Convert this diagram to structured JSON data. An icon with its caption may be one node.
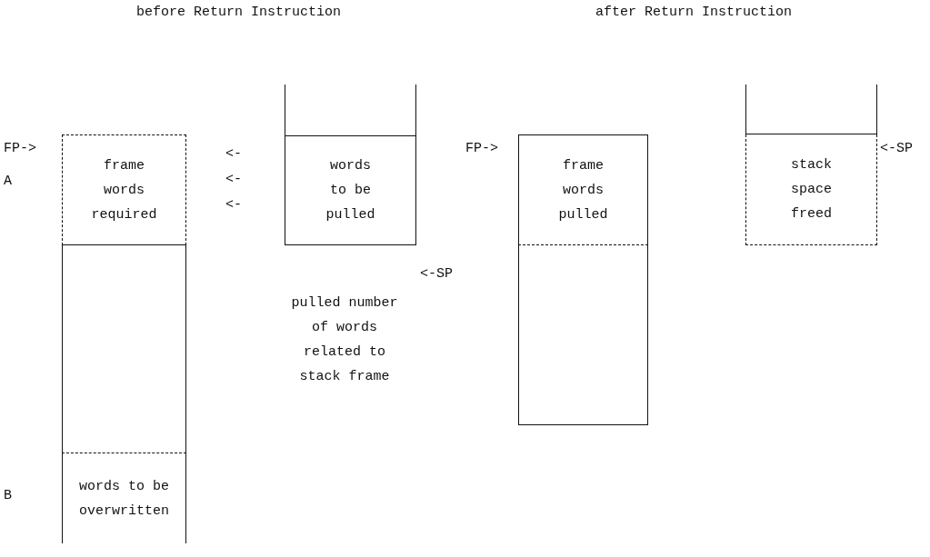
{
  "diagram": {
    "nodes": [
      {
        "text": [
          "frame words required"
        ]
      },
      {
        "text": [],
        "shape": "box"
      },
      {
        "text": [
          "words to be overwritten"
        ]
      },
      {
        "text": [],
        "shape": "box"
      },
      {
        "text": [
          "words to be pulled"
        ]
      },
      {
        "text": [
          "frame words pulled"
        ]
      },
      {
        "text": [],
        "shape": "box"
      },
      {
        "text": [],
        "shape": "box"
      },
      {
        "text": [
          "stack space freed"
        ]
      }
    ],
    "labels": [
      "before Return Instruction",
      "after Return Instruction",
      "FP->",
      "A",
      "<-",
      "<-",
      "<-",
      "<-SP",
      "pulled number of words related to stack frame",
      "B",
      "FP->",
      "<-SP"
    ]
  }
}
